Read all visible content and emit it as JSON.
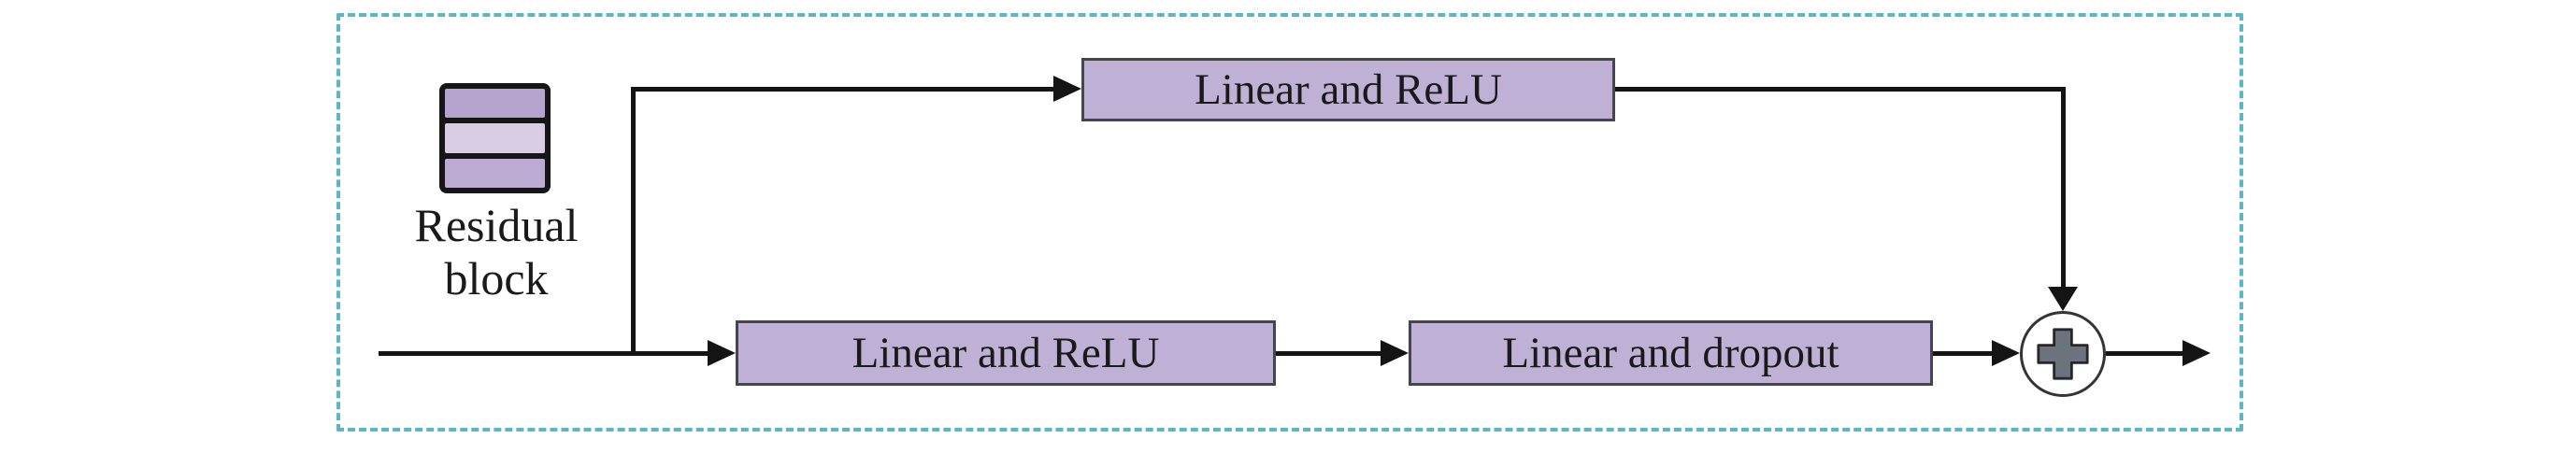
{
  "diagram": {
    "residual_label": "Residual block",
    "stack_icon": {
      "name": "layers-icon",
      "layer_count": 3
    },
    "top_branch_box": "Linear and ReLU",
    "bottom_branch_boxes": [
      "Linear and ReLU",
      "Linear and dropout"
    ],
    "sum_operator": "+",
    "colors": {
      "dashed_border": "#5bb6c6",
      "box_fill": "#bfb0d6",
      "box_border": "#45454d",
      "line": "#141414",
      "stack_layer_top": "#b5a4ce",
      "stack_layer_middle": "#d9cde4",
      "stack_layer_bottom": "#bcabd3",
      "plus_fill": "#6d737c",
      "plus_border": "#26262b",
      "text": "#1a1a1a",
      "canvas_bg": "#ffffff"
    }
  }
}
